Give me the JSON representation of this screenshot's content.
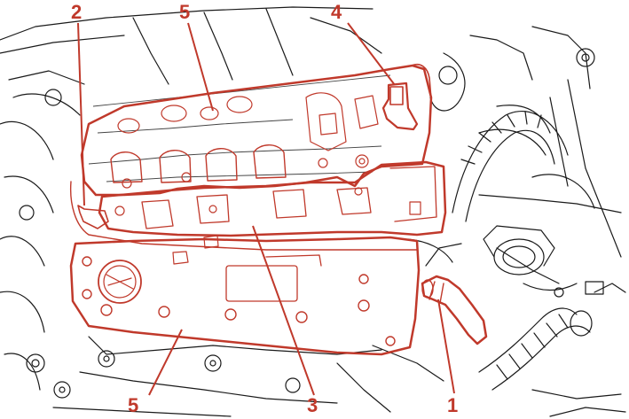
{
  "colors": {
    "highlight": "#c0392b",
    "line_art": "#1a1a1a",
    "background": "#ffffff"
  },
  "callouts": [
    {
      "id": "c2",
      "label": "2",
      "part": "gasket-seal"
    },
    {
      "id": "c5a",
      "label": "5",
      "part": "upper-cylinder-head-cover"
    },
    {
      "id": "c4",
      "label": "4",
      "part": "cover-fastener-bracket"
    },
    {
      "id": "c3",
      "label": "3",
      "part": "center-cover-section"
    },
    {
      "id": "c1",
      "label": "1",
      "part": "breather-hose"
    },
    {
      "id": "c5b",
      "label": "5",
      "part": "lower-cylinder-head-cover"
    }
  ]
}
